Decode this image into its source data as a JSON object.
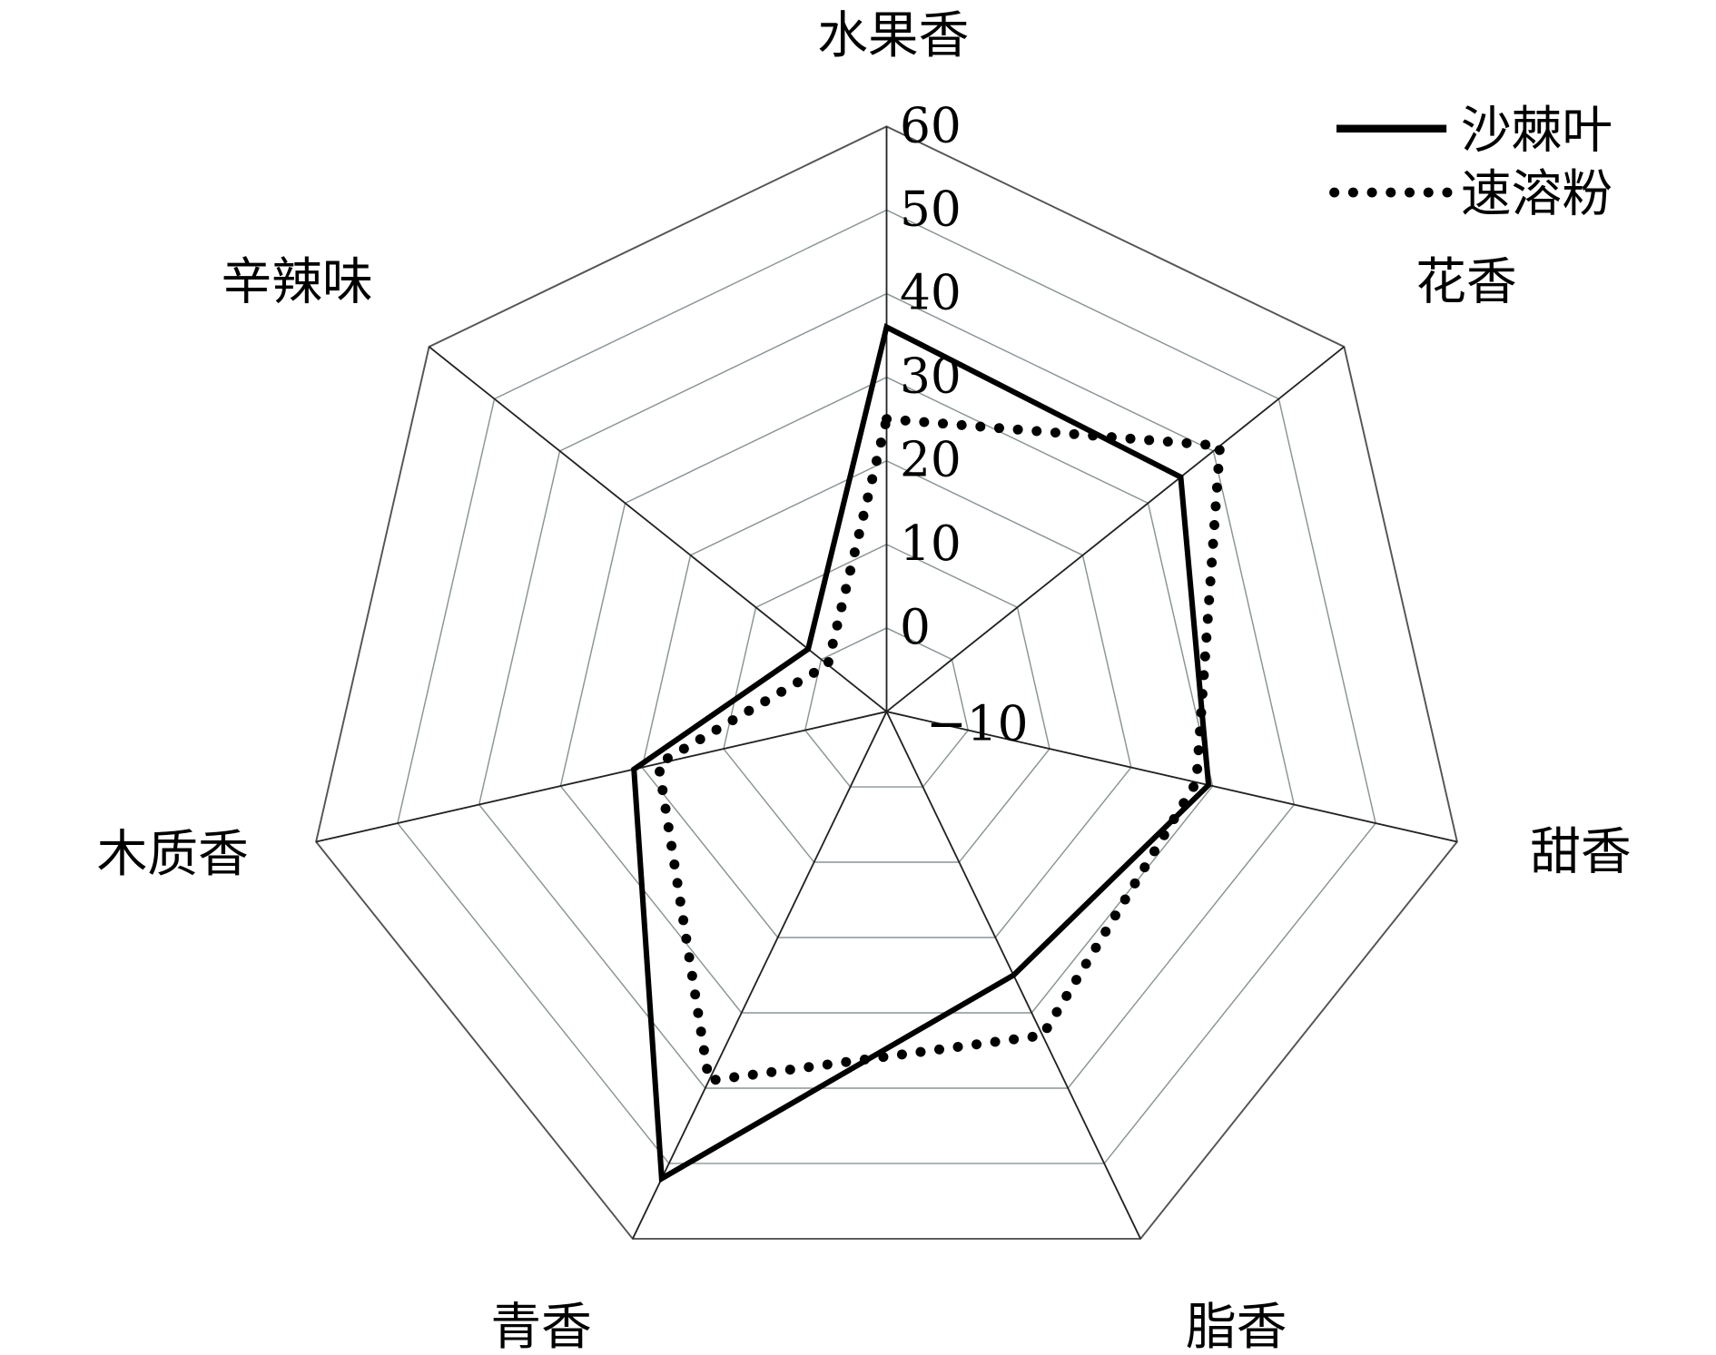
{
  "chart_data": {
    "type": "radar",
    "title": "",
    "axes": [
      "水果香",
      "花香",
      "甜香",
      "脂香",
      "青香",
      "木质香",
      "辛辣味"
    ],
    "range": [
      -10,
      60
    ],
    "ticks": [
      -10,
      0,
      10,
      20,
      30,
      40,
      50,
      60
    ],
    "tick_labels": [
      "-10",
      "0",
      "10",
      "20",
      "30",
      "40",
      "50",
      "60"
    ],
    "grid": true,
    "legend_position": "top-right",
    "series": [
      {
        "name": "沙棘叶",
        "style": "solid",
        "color": "#000000",
        "values": [
          36,
          35,
          29.5,
          25,
          52,
          21,
          2
        ]
      },
      {
        "name": "速溶粉",
        "style": "dotted",
        "color": "#000000",
        "values": [
          25,
          41,
          28,
          33,
          39,
          18,
          -1
        ]
      }
    ]
  }
}
